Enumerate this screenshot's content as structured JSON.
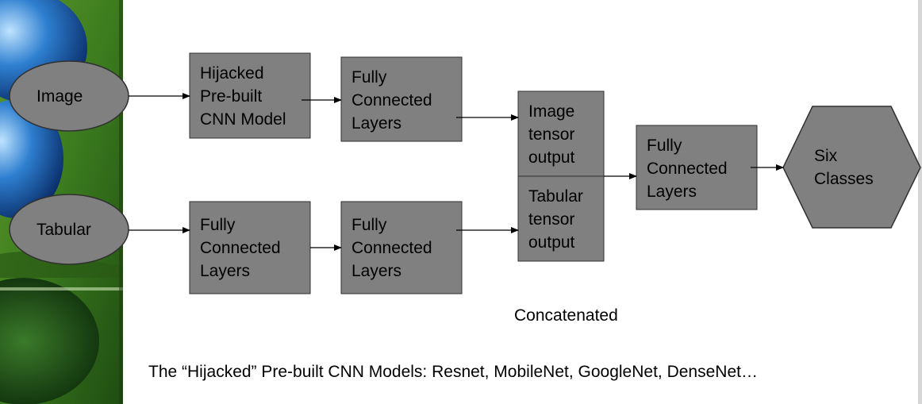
{
  "inputs": {
    "image": "Image",
    "tabular": "Tabular"
  },
  "boxes": {
    "hijacked_cnn": [
      "Hijacked",
      "Pre-built",
      "CNN Model"
    ],
    "fc_image": [
      "Fully",
      "Connected",
      "Layers"
    ],
    "fc_tab_1": [
      "Fully",
      "Connected",
      "Layers"
    ],
    "fc_tab_2": [
      "Fully",
      "Connected",
      "Layers"
    ],
    "image_tensor": [
      "Image",
      "tensor",
      "output"
    ],
    "tabular_tensor": [
      "Tabular",
      "tensor",
      "output"
    ],
    "fc_final": [
      "Fully",
      "Connected",
      "Layers"
    ]
  },
  "output": [
    "Six",
    "Classes"
  ],
  "concat_label": "Concatenated",
  "footnote": "The “Hijacked” Pre-built CNN Models: Resnet, MobileNet, GoogleNet, DenseNet…",
  "colors": {
    "node_fill": "#808080",
    "node_stroke": "#303030",
    "background": "#ffffff",
    "side_panel": "#2f6a1a"
  }
}
